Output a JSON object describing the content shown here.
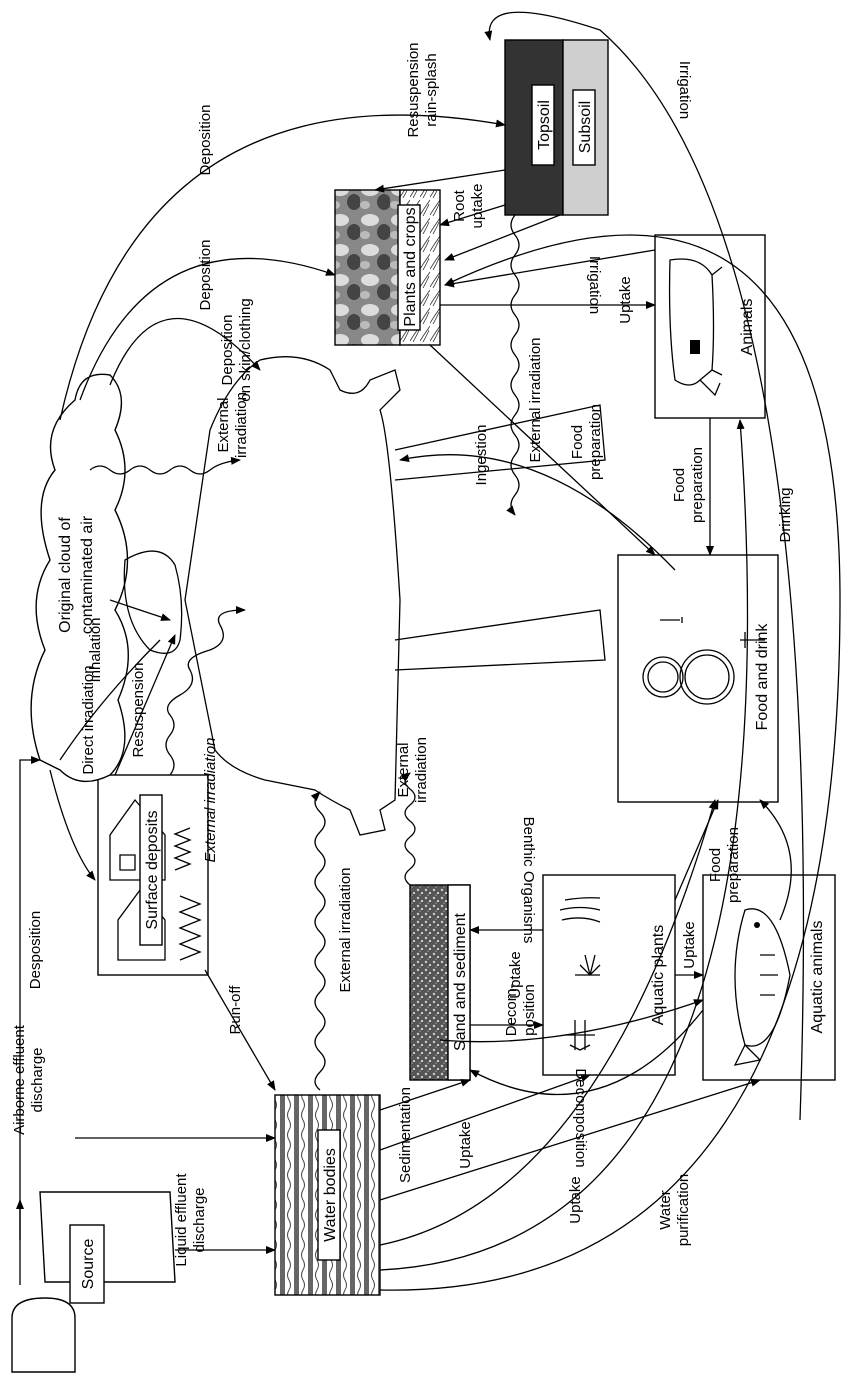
{
  "boxes": {
    "source": "Source",
    "surface_deposits": "Surface deposits",
    "water_bodies": "Water bodies",
    "sand_sediment": "Sand and sediment",
    "aquatic_plants": "Aquatic plants",
    "aquatic_animals": "Aquatic animals",
    "food_drink": "Food and drink",
    "animals": "Animals",
    "plants_crops": "Plants and crops",
    "topsoil": "Topsoil",
    "subsoil": "Subsoil",
    "cloud_line1": "Original cloud of",
    "cloud_line2": "contaminated air"
  },
  "labels": {
    "airborne_1": "Airborne effluent",
    "airborne_2": "discharge",
    "liquid_1": "Liquid effluent",
    "liquid_2": "discharge",
    "run_off": "Run-off",
    "desposition": "Desposition",
    "direct_irradiation": "Direct irradiation",
    "resuspension": "Resuspension",
    "external_irradiation_1": "External irradiation",
    "external_irradiation_2": "External irradiation",
    "external_irradiation_3a": "External",
    "external_irradiation_3b": "irradiation",
    "external_irradiation_4a": "External",
    "external_irradiation_4b": "irradiation",
    "external_irradiation_5": "External irradiation",
    "sedimentation": "Sedimentation",
    "uptake_1": "Uptake",
    "uptake_2": "Uptake",
    "uptake_3": "Uptake",
    "uptake_4": "Uptake",
    "uptake_5": "Uptake",
    "decom_1": "Decom-",
    "decom_2": "position",
    "decomposition": "Decomposition",
    "benthic": "Benthic Organisms",
    "food_prep_1a": "Food",
    "food_prep_1b": "preparation",
    "food_prep_2a": "Food",
    "food_prep_2b": "preparation",
    "food_prep_3a": "Food",
    "food_prep_3b": "preparation",
    "water_purif_1": "Water",
    "water_purif_2": "purification",
    "drinking": "Drinking",
    "inhalation": "Inhalation",
    "ingestion": "Ingestion",
    "deposition_skin_1": "Deposition",
    "deposition_skin_2": "on skin/clothing",
    "deposition_1": "Deposition",
    "deposition_2": "Deposition",
    "resusp_rain_1": "Resuspension",
    "resusp_rain_2": "rain-splash",
    "root_uptake_1": "Root",
    "root_uptake_2": "uptake",
    "irrigation_1": "Irrigation",
    "irrigation_2": "Irrigation"
  }
}
